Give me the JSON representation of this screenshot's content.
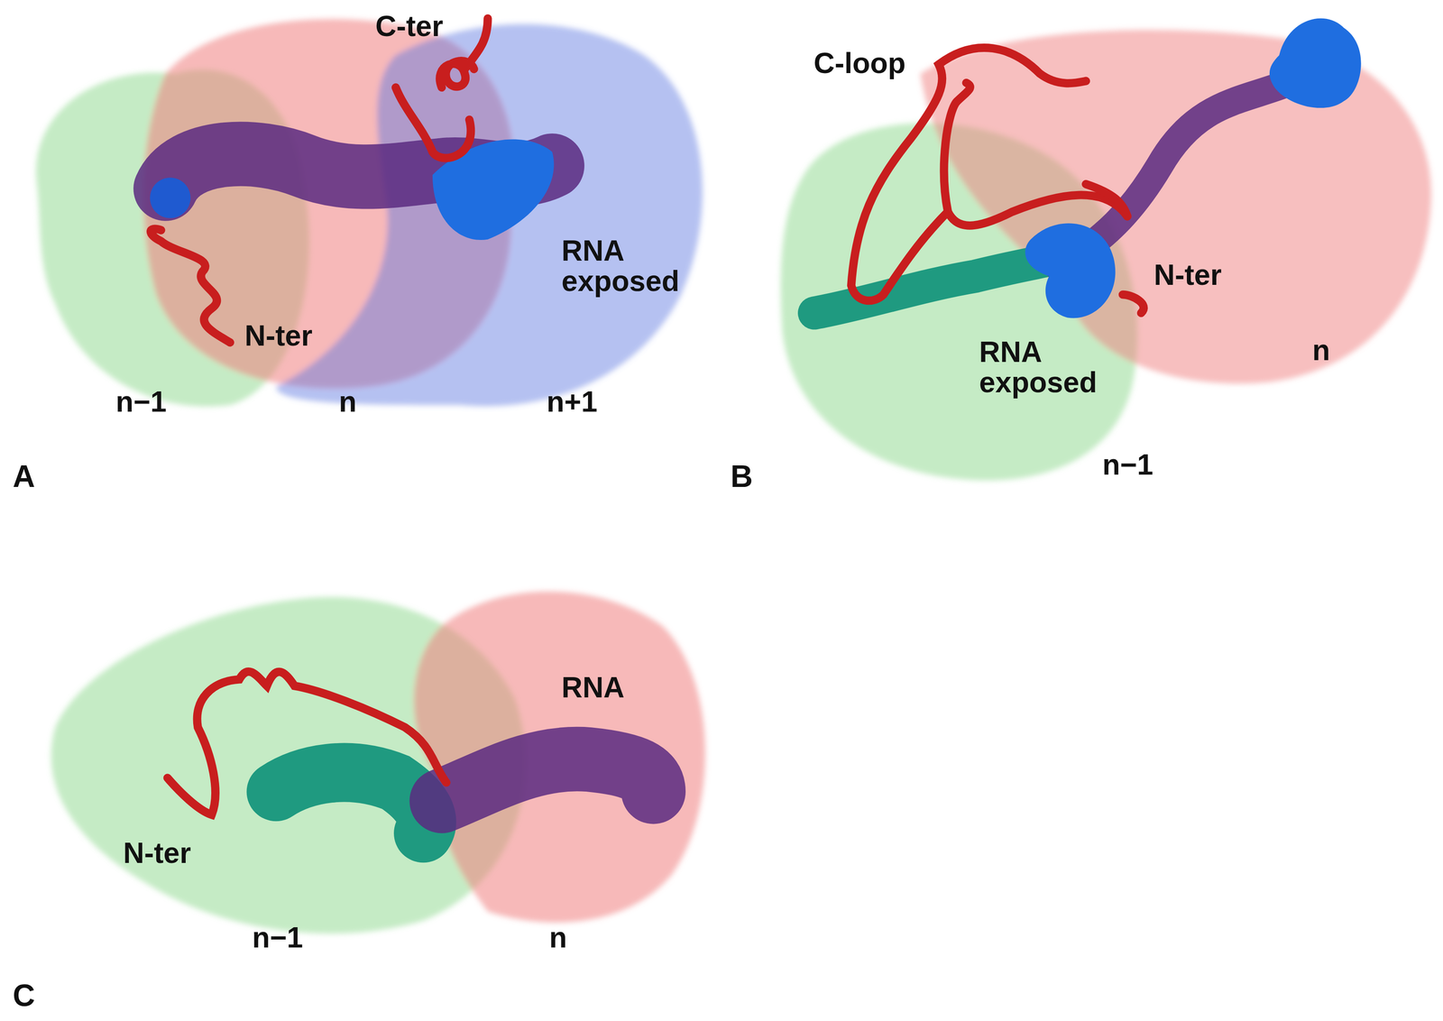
{
  "diagram": {
    "labels": [
      "C-ter",
      "N-ter",
      "n−1",
      "n",
      "n+1",
      "RNA exposed",
      "A",
      "C-loop",
      "N-ter",
      "RNA exposed",
      "n",
      "n−1",
      "B",
      "RNA",
      "N-ter",
      "n−1",
      "n",
      "C"
    ]
  }
}
